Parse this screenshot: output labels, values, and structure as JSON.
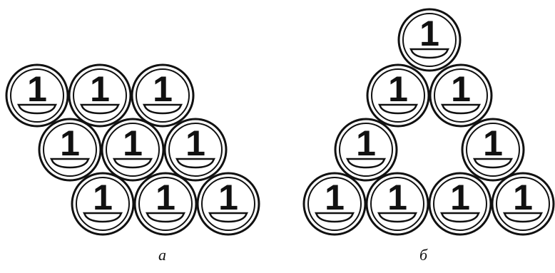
{
  "coin": {
    "label": "1",
    "outline_color": "#111111",
    "fill_color": "#ffffff"
  },
  "panel_a": {
    "caption": "а",
    "rows": [
      3,
      3,
      3
    ]
  },
  "panel_b": {
    "caption": "б",
    "rows": [
      1,
      2,
      2,
      4
    ],
    "row3_gap": true
  }
}
